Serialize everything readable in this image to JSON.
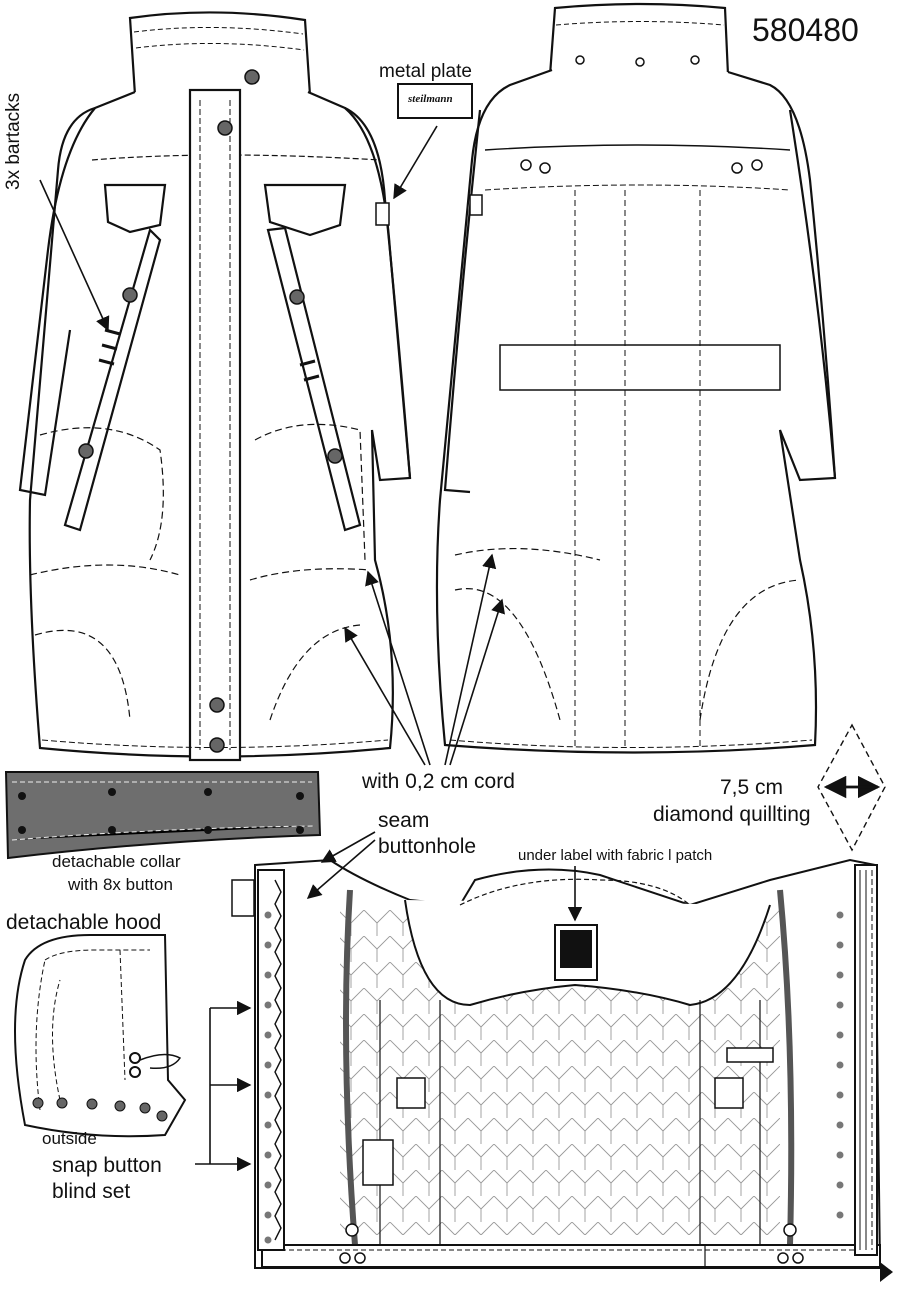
{
  "style_number": "580480",
  "labels": {
    "metal_plate": "metal plate",
    "plate_brand": "steilmann",
    "bartacks": "3x bartacks",
    "cord": "with 0,2 cm cord",
    "measure": "7,5 cm",
    "quilting": "diamond quillting",
    "seam": "seam",
    "buttonhole": "buttonhole",
    "under_label": "under label with fabric l patch",
    "collar_line1": "detachable collar",
    "collar_line2": "with 8x button",
    "hood": "detachable hood",
    "outside": "outside",
    "snap_line1": "snap button",
    "snap_line2": "blind set"
  },
  "colors": {
    "line": "#111111",
    "button": "#666666",
    "collar_fill": "#6e6e6e",
    "zipper": "#555555"
  }
}
